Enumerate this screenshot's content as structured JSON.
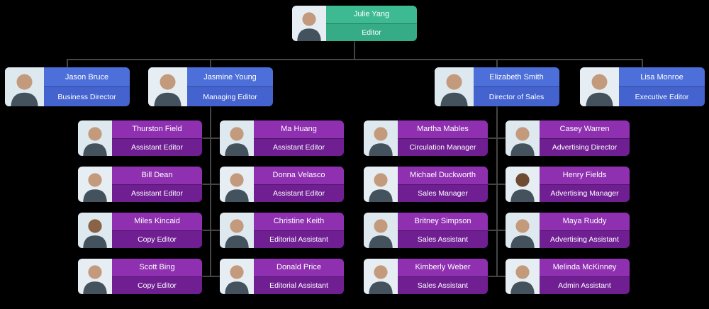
{
  "org": {
    "root": {
      "name": "Julie Yang",
      "title": "Editor"
    },
    "managers": [
      {
        "name": "Jason Bruce",
        "title": "Business Director"
      },
      {
        "name": "Jasmine Young",
        "title": "Managing Editor"
      },
      {
        "name": "Elizabeth Smith",
        "title": "Director of Sales"
      },
      {
        "name": "Lisa Monroe",
        "title": "Executive Editor"
      }
    ],
    "columns": [
      {
        "cards": [
          {
            "name": "Thurston Field",
            "title": "Assistant Editor"
          },
          {
            "name": "Bill Dean",
            "title": "Assistant Editor"
          },
          {
            "name": "Miles Kincaid",
            "title": "Copy Editor"
          },
          {
            "name": "Scott Bing",
            "title": "Copy Editor"
          }
        ]
      },
      {
        "cards": [
          {
            "name": "Ma Huang",
            "title": "Assistant Editor"
          },
          {
            "name": "Donna Velasco",
            "title": "Assistant Editor"
          },
          {
            "name": "Christine Keith",
            "title": "Editorial Assistant"
          },
          {
            "name": "Donald Price",
            "title": "Editorial Assistant"
          }
        ]
      },
      {
        "cards": [
          {
            "name": "Martha Mables",
            "title": "Circulation Manager"
          },
          {
            "name": "Michael Duckworth",
            "title": "Sales Manager"
          },
          {
            "name": "Britney Simpson",
            "title": "Sales Assistant"
          },
          {
            "name": "Kimberly Weber",
            "title": "Sales Assistant"
          }
        ]
      },
      {
        "cards": [
          {
            "name": "Casey Warren",
            "title": "Advertising Director"
          },
          {
            "name": "Henry Fields",
            "title": "Advertising Manager"
          },
          {
            "name": "Maya Ruddy",
            "title": "Advertising Assistant"
          },
          {
            "name": "Melinda McKinney",
            "title": "Admin Assistant"
          }
        ]
      }
    ]
  },
  "colors": {
    "background": "#000000",
    "connector": "#454545",
    "root_top": "#3eba92",
    "root_bottom": "#35ac86",
    "manager_top": "#4d6fd9",
    "manager_bottom": "#4463cf",
    "staff_top": "#8e30b0",
    "staff_bottom": "#6f1f92"
  }
}
